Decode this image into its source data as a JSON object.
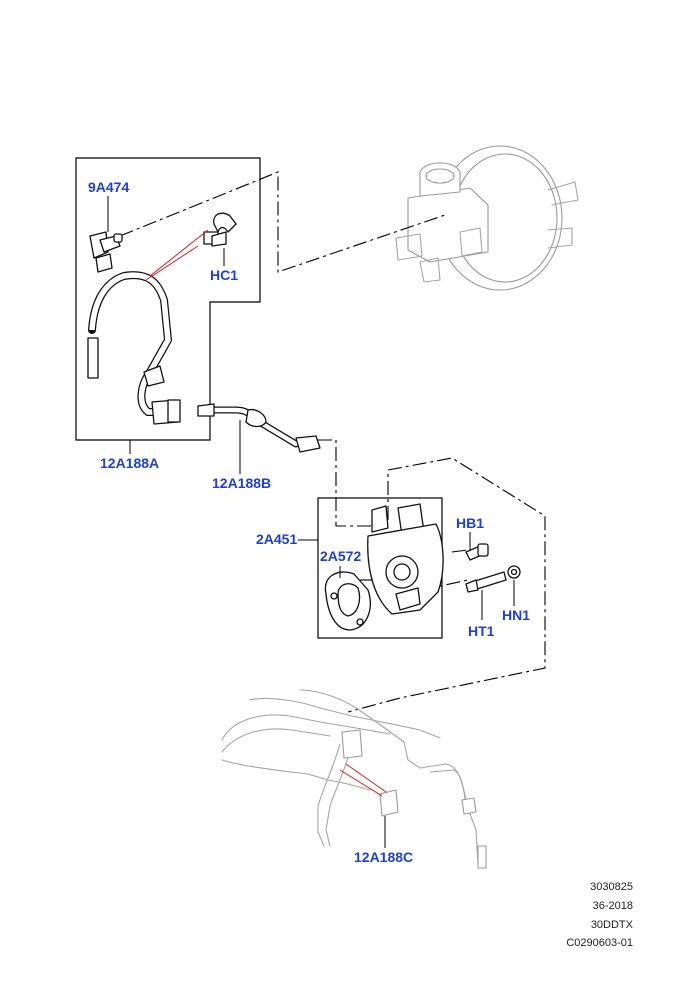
{
  "labels": {
    "l_9a474": "9A474",
    "l_hc1": "HC1",
    "l_12a188a": "12A188A",
    "l_12a188b": "12A188B",
    "l_2a451": "2A451",
    "l_2a572": "2A572",
    "l_hb1": "HB1",
    "l_ht1": "HT1",
    "l_hn1": "HN1",
    "l_12a188c": "12A188C"
  },
  "reference": [
    "3030825",
    "36-2018",
    "30DDTX",
    "C0290603-01"
  ],
  "colors": {
    "label": "#1f3fd6",
    "leader_highlight": "#d61c1c",
    "ghost": "#9a9a9a"
  }
}
